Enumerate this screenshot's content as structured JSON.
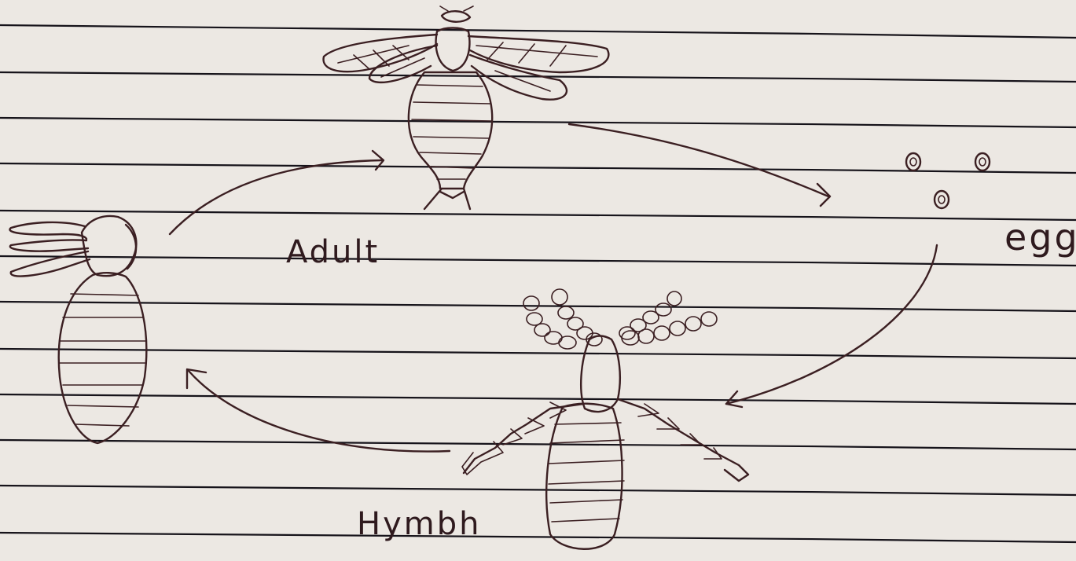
{
  "diagram": {
    "stages": [
      {
        "id": "adult",
        "label": "Adult"
      },
      {
        "id": "egg",
        "label": "egg"
      },
      {
        "id": "nymph",
        "label": "Hymbh"
      },
      {
        "id": "pupa",
        "label": ""
      }
    ],
    "colors": {
      "ink": "#3b1f22",
      "rule": "#16131a",
      "paper": "#ece8e3"
    }
  }
}
